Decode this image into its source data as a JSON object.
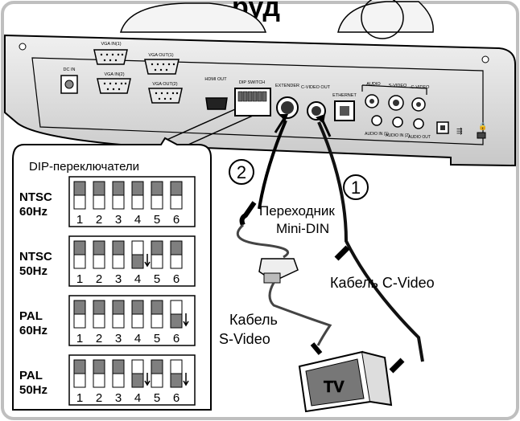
{
  "header": {
    "title_fragment": "руд"
  },
  "panel": {
    "labels": {
      "dc_in": "DC IN",
      "vga_in1": "VGA IN(1)",
      "vga_in2": "VGA IN(2)",
      "vga_out1": "VGA OUT(1)",
      "vga_out2": "VGA OUT(2)",
      "hdmi_out": "HDMI OUT",
      "dip_switch": "DIP SWITCH",
      "extender": "EXTENDER",
      "c_video_out": "C-VIDEO OUT",
      "ethernet": "ETHERNET",
      "audio": "AUDIO",
      "s_video": "S-VIDEO",
      "c_video": "C-VIDEO",
      "audio_in1": "AUDIO IN (1)",
      "audio_in2": "AUDIO IN (2)",
      "audio_out": "AUDIO OUT"
    }
  },
  "dip": {
    "title": "DIP-переключатели",
    "numbers": [
      "1",
      "2",
      "3",
      "4",
      "5",
      "6"
    ],
    "modes": [
      {
        "line1": "NTSC",
        "line2": "60Hz",
        "down": []
      },
      {
        "line1": "NTSC",
        "line2": "50Hz",
        "down": [
          4
        ]
      },
      {
        "line1": "PAL",
        "line2": "60Hz",
        "down": [
          6
        ]
      },
      {
        "line1": "PAL",
        "line2": "50Hz",
        "down": [
          4,
          6
        ]
      }
    ]
  },
  "callouts": {
    "num1": "1",
    "num2": "2",
    "adapter_line1": "Переходник",
    "adapter_line2": "Mini-DIN",
    "c_video_cable": "Кабель C-Video",
    "s_video_line1": "Кабель",
    "s_video_line2": "S-Video",
    "tv": "TV"
  },
  "colors": {
    "line": "#000000",
    "panel": "#d9d9d9",
    "panel_dark": "#bfbfbf",
    "switch_fill": "#7f7f7f"
  }
}
